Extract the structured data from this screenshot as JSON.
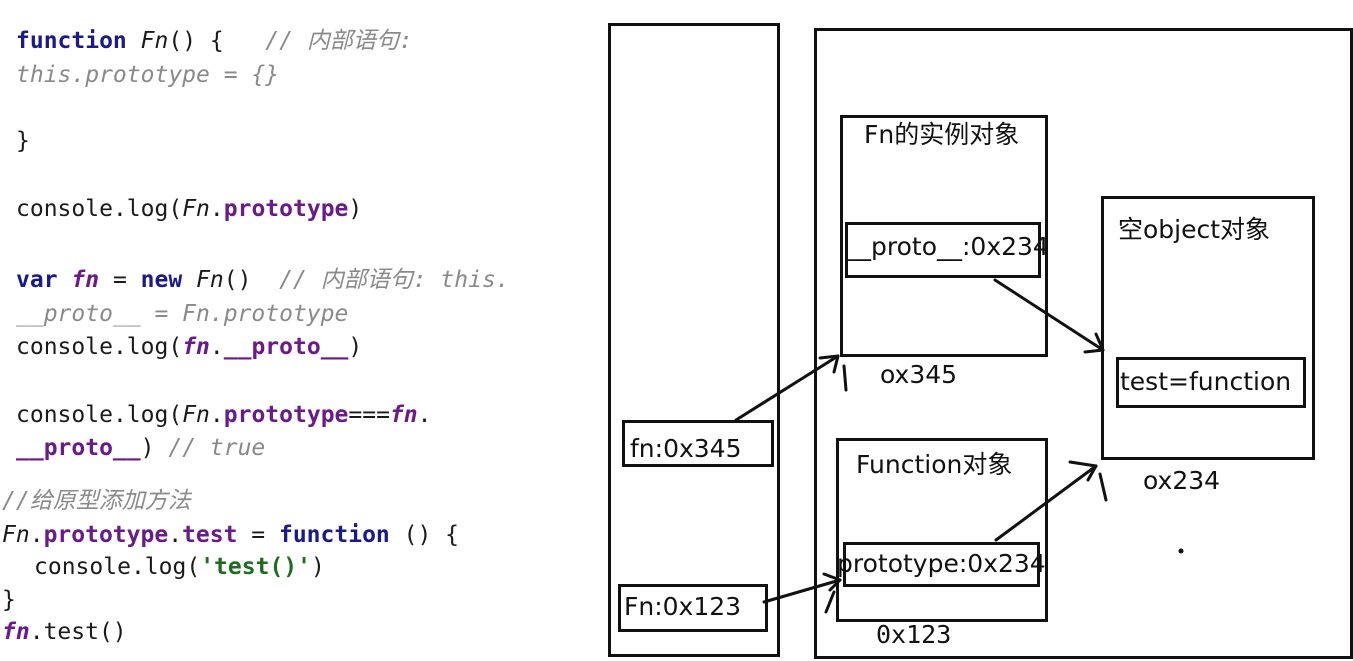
{
  "code": {
    "l1": {
      "kw": "function",
      "name": "Fn",
      "tail": "() {",
      "comment": "// 内部语句:"
    },
    "l2": "this.prototype = {}",
    "l3": "}",
    "l4": {
      "obj": "console",
      "dot": ".",
      "fn": "log",
      "open": "(",
      "name": "Fn",
      "dot2": ".",
      "prop": "prototype",
      "close": ")"
    },
    "l5": {
      "kw": "var",
      "name": "fn",
      "eq": " = ",
      "kw2": "new",
      "ctor": "Fn",
      "call": "()",
      "comment": "// 内部语句: this."
    },
    "l6": "__proto__ = Fn.prototype",
    "l7": {
      "obj": "console",
      "dot": ".",
      "fn": "log",
      "open": "(",
      "name": "fn",
      "dot2": ".",
      "prop": "__proto__",
      "close": ")"
    },
    "l8": {
      "obj": "console",
      "dot": ".",
      "fn": "log",
      "open": "(",
      "name": "Fn",
      "dot2": ".",
      "prop": "prototype",
      "eq": "===",
      "name2": "fn",
      "dot3": "."
    },
    "l9": {
      "prop": "__proto__",
      "close": ")",
      "comment": "// true"
    },
    "l10": "//给原型添加方法",
    "l11": {
      "name": "Fn",
      "dot": ".",
      "prop": "prototype",
      "dot2": ".",
      "method": "test",
      "eq": " = ",
      "kw": "function",
      "tail": " () {"
    },
    "l12": {
      "obj": "console",
      "dot": ".",
      "fn": "log",
      "open": "(",
      "str": "'test()'",
      "close": ")"
    },
    "l13": "}",
    "l14": {
      "name": "fn",
      "dot": ".",
      "method": "test",
      "call": "()"
    }
  },
  "diagram": {
    "instance_title": "Fn的实例对象",
    "instance_proto": "__proto__:0x234",
    "instance_addr": "ox345",
    "empty_object_title": "空object对象",
    "empty_object_prop": "test=function",
    "empty_object_addr": "ox234",
    "function_title": "Function对象",
    "function_proto": "prototype:0x234",
    "function_addr": "0x123",
    "var_fn": "fn:0x345",
    "var_Fn": "Fn:0x123"
  },
  "colors": {
    "keyword": "#1a1a8c",
    "property": "#6b1a8c",
    "string": "#1f6b1f",
    "comment": "#8a8a8a",
    "stroke": "#111111"
  }
}
